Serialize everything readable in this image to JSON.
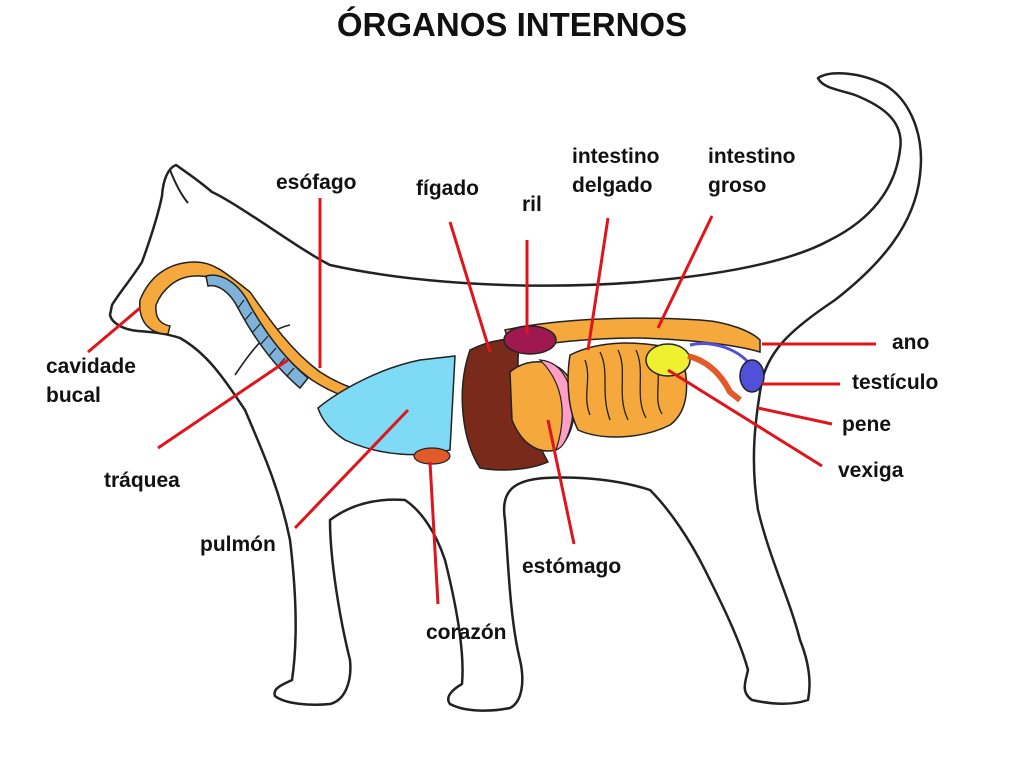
{
  "title": "ÓRGANOS INTERNOS",
  "labels": {
    "esofago": "esófago",
    "figado": "fígado",
    "ril": "ril",
    "intestino_delgado": "intestino\ndelgado",
    "intestino_grueso": "intestino\ngroso",
    "cavidade_bucal": "cavidade\nbucal",
    "traquea": "tráquea",
    "pulmon": "pulmón",
    "corazon": "corazón",
    "estomago": "estómago",
    "ano": "ano",
    "testiculo": "testículo",
    "pene": "pene",
    "vexiga": "vexiga"
  },
  "colors": {
    "outline": "#222222",
    "pointer": "#e0141b",
    "digestive_tract": "#f5a83c",
    "trachea": "#7fb2d8",
    "lung": "#7fdaf5",
    "liver": "#7a2a1a",
    "kidney": "#a01850",
    "stomach_fold": "#ff9ec7",
    "bladder": "#eef030",
    "testicle": "#5050d8",
    "heart": "#e25a2a"
  }
}
